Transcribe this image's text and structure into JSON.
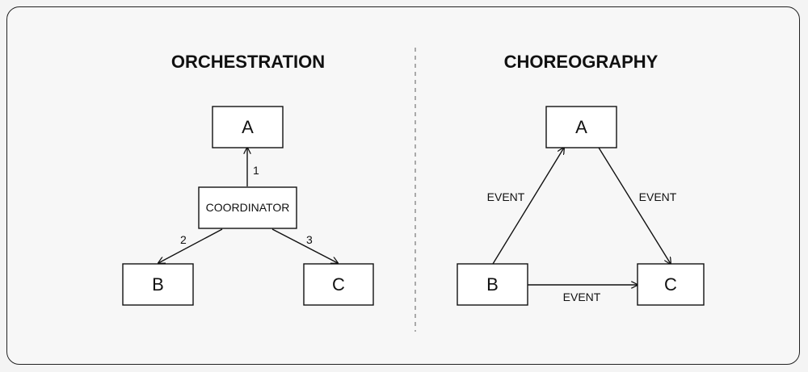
{
  "orchestration": {
    "title": "ORCHESTRATION",
    "nodes": {
      "a": "A",
      "coordinator": "COORDINATOR",
      "b": "B",
      "c": "C"
    },
    "edges": {
      "to_a": "1",
      "to_b": "2",
      "to_c": "3"
    }
  },
  "choreography": {
    "title": "CHOREOGRAPHY",
    "nodes": {
      "a": "A",
      "b": "B",
      "c": "C"
    },
    "edges": {
      "b_to_a": "EVENT",
      "a_to_c": "EVENT",
      "b_to_c": "EVENT"
    }
  }
}
